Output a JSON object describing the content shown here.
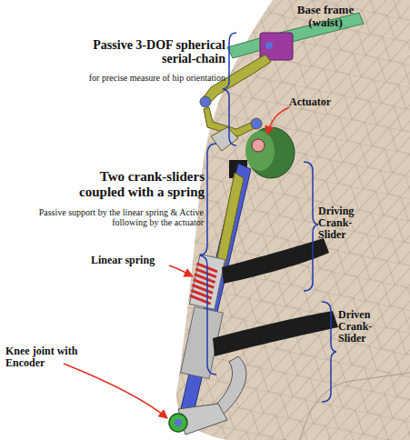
{
  "diagram": {
    "labels": [
      "Base frame (waist)",
      "Passive 3-DOF spherical serial-chain",
      "for precise measure of hip orientation",
      "Actuator",
      "Two crank-sliders coupled with a spring",
      "Passive support by the linear spring & Active following by the actuator",
      "Driving Crank-Slider",
      "Linear spring",
      "Knee joint with Encoder",
      "Driven Crank-Slider"
    ]
  }
}
